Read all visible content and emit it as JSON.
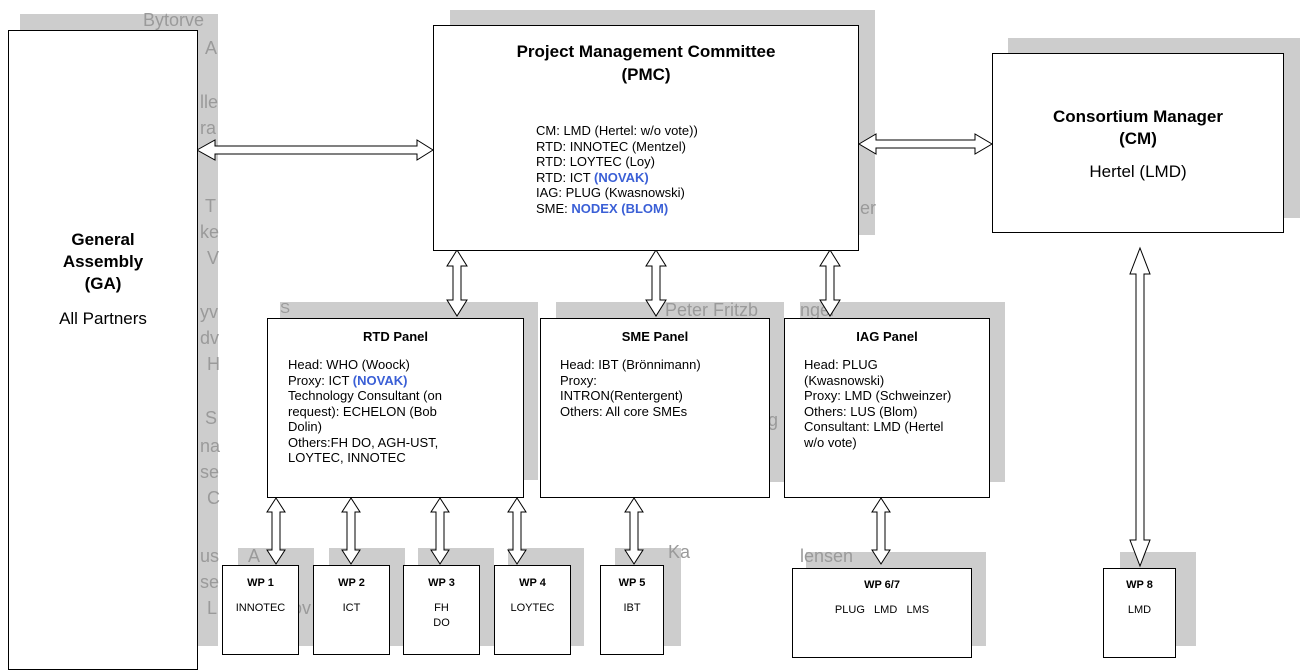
{
  "ga": {
    "title_lines": [
      "General",
      "Assembly",
      "(GA)"
    ],
    "subtitle": "All Partners"
  },
  "pmc": {
    "title_lines": [
      "Project Management Committee",
      "(PMC)"
    ],
    "members": [
      {
        "prefix": "CM: LMD (Hertel: w/o vote))",
        "highlight": ""
      },
      {
        "prefix": "RTD: INNOTEC (Mentzel)",
        "highlight": ""
      },
      {
        "prefix": "RTD: LOYTEC (Loy)",
        "highlight": ""
      },
      {
        "prefix": "RTD: ICT ",
        "highlight": "(NOVAK)"
      },
      {
        "prefix": "IAG: PLUG (Kwasnowski)",
        "highlight": ""
      },
      {
        "prefix": "SME: ",
        "highlight": "NODEX (BLOM)"
      }
    ]
  },
  "cm": {
    "title_lines": [
      "Consortium Manager",
      "(CM)"
    ],
    "subtitle": "Hertel (LMD)"
  },
  "rtd_panel": {
    "title": "RTD Panel",
    "head": "Head: WHO (Woock)",
    "proxy_prefix": "Proxy: ICT ",
    "proxy_highlight": "(NOVAK)",
    "lines": [
      "Technology Consultant (on",
      "request): ECHELON (Bob",
      "Dolin)",
      "Others:FH DO, AGH-UST,",
      "LOYTEC, INNOTEC"
    ]
  },
  "sme_panel": {
    "title": "SME Panel",
    "lines": [
      "Head: IBT (Brönnimann)",
      "Proxy:",
      "INTRON(Rentergent)",
      "Others: All core SMEs"
    ]
  },
  "iag_panel": {
    "title": "IAG Panel",
    "lines": [
      "Head: PLUG",
      "(Kwasnowski)",
      "Proxy: LMD (Schweinzer)",
      "Others: LUS (Blom)",
      "Consultant: LMD (Hertel",
      "w/o vote)"
    ]
  },
  "work_packages": [
    {
      "title": "WP 1",
      "members": [
        "INNOTEC"
      ]
    },
    {
      "title": "WP 2",
      "members": [
        "ICT"
      ]
    },
    {
      "title": "WP 3",
      "members": [
        "FH",
        "DO"
      ]
    },
    {
      "title": "WP 4",
      "members": [
        "LOYTEC"
      ]
    },
    {
      "title": "WP 5",
      "members": [
        "IBT"
      ]
    },
    {
      "title": "WP 6/7",
      "members": [
        "PLUG   LMD   LMS"
      ]
    },
    {
      "title": "WP 8",
      "members": [
        "LMD"
      ]
    }
  ],
  "background_fragments": [
    "Bytorve",
    "A",
    "lle",
    "ra",
    "T",
    "ke",
    "V",
    "yv",
    "dv",
    "H",
    "S",
    "na",
    "se",
    "C",
    "er",
    "S",
    "Peter Fritzb",
    "nger",
    "g",
    "Ka",
    "lensen",
    "us",
    "se",
    "L",
    "A",
    "ov"
  ],
  "colors": {
    "highlight": "#3a5fd6",
    "shadow": "#bcbcbc"
  }
}
